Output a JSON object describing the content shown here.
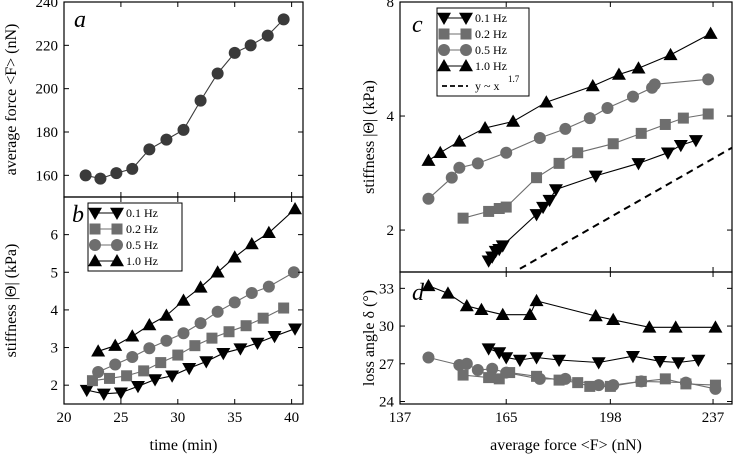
{
  "chart_data": [
    {
      "id": "a",
      "type": "line",
      "panel_label": "a",
      "ylabel": "average force <F>  (nN)",
      "xlabel": "",
      "xlim": [
        20,
        41
      ],
      "ylim": [
        150,
        240
      ],
      "xticks": [
        20,
        25,
        30,
        35,
        40
      ],
      "yticks": [
        160,
        180,
        200,
        220,
        240
      ],
      "ytick_labels": [
        "160",
        "180",
        "200",
        "220",
        "240"
      ],
      "series": [
        {
          "marker": "circle",
          "color": "#3a3a3a",
          "points": [
            [
              21.9,
              160
            ],
            [
              23.2,
              158.5
            ],
            [
              24.6,
              161
            ],
            [
              26.0,
              163
            ],
            [
              27.5,
              172
            ],
            [
              29.0,
              176.5
            ],
            [
              30.5,
              181
            ],
            [
              32.0,
              194.5
            ],
            [
              33.5,
              207
            ],
            [
              35.0,
              216.5
            ],
            [
              36.4,
              220
            ],
            [
              37.9,
              224.5
            ],
            [
              39.3,
              232
            ]
          ]
        }
      ]
    },
    {
      "id": "b",
      "type": "line",
      "panel_label": "b",
      "ylabel": "stiffness |Θ|  (kPa)",
      "xlabel": "time (min)",
      "xlim": [
        20,
        41
      ],
      "ylim": [
        1.5,
        7
      ],
      "xticks": [
        20,
        25,
        30,
        35,
        40
      ],
      "xtick_labels": [
        "20",
        "25",
        "30",
        "35",
        "40"
      ],
      "yticks": [
        2,
        3,
        4,
        5,
        6
      ],
      "ytick_labels": [
        "2",
        "3",
        "4",
        "5",
        "6"
      ],
      "legend": [
        "0.1 Hz",
        "0.2 Hz",
        "0.5 Hz",
        "1.0 Hz"
      ],
      "series": [
        {
          "name": "0.1 Hz",
          "marker": "triangle-down",
          "color": "#000000",
          "points": [
            [
              22.0,
              1.87
            ],
            [
              23.5,
              1.77
            ],
            [
              25.0,
              1.8
            ],
            [
              26.5,
              1.97
            ],
            [
              28.0,
              2.15
            ],
            [
              29.5,
              2.25
            ],
            [
              31.0,
              2.45
            ],
            [
              32.5,
              2.63
            ],
            [
              34.0,
              2.85
            ],
            [
              35.5,
              2.97
            ],
            [
              37.0,
              3.12
            ],
            [
              38.5,
              3.3
            ],
            [
              40.3,
              3.5
            ]
          ]
        },
        {
          "name": "0.2 Hz",
          "marker": "square",
          "color": "#6e6e6e",
          "points": [
            [
              22.5,
              2.12
            ],
            [
              24.0,
              2.18
            ],
            [
              25.5,
              2.25
            ],
            [
              27.0,
              2.38
            ],
            [
              28.5,
              2.6
            ],
            [
              30.0,
              2.8
            ],
            [
              31.5,
              3.05
            ],
            [
              33.0,
              3.25
            ],
            [
              34.5,
              3.42
            ],
            [
              36.0,
              3.58
            ],
            [
              37.5,
              3.78
            ],
            [
              39.3,
              4.05
            ]
          ]
        },
        {
          "name": "0.5 Hz",
          "marker": "circle",
          "color": "#6e6e6e",
          "points": [
            [
              23.0,
              2.35
            ],
            [
              24.5,
              2.55
            ],
            [
              26.0,
              2.75
            ],
            [
              27.5,
              2.98
            ],
            [
              29.0,
              3.18
            ],
            [
              30.5,
              3.38
            ],
            [
              32.0,
              3.65
            ],
            [
              33.5,
              3.95
            ],
            [
              35.0,
              4.2
            ],
            [
              36.5,
              4.45
            ],
            [
              38.0,
              4.62
            ],
            [
              40.2,
              5.0
            ]
          ]
        },
        {
          "name": "1.0 Hz",
          "marker": "triangle-up",
          "color": "#000000",
          "points": [
            [
              23.0,
              2.9
            ],
            [
              24.5,
              3.05
            ],
            [
              26.0,
              3.3
            ],
            [
              27.5,
              3.6
            ],
            [
              29.0,
              3.85
            ],
            [
              30.5,
              4.25
            ],
            [
              32.0,
              4.6
            ],
            [
              33.5,
              5.0
            ],
            [
              35.0,
              5.4
            ],
            [
              36.5,
              5.75
            ],
            [
              38.0,
              6.05
            ],
            [
              40.3,
              6.68
            ]
          ]
        }
      ]
    },
    {
      "id": "c",
      "type": "line",
      "panel_label": "c",
      "ylabel": "stiffness |Θ|  (kPa)",
      "xlabel": "",
      "x_scale": "log",
      "y_scale": "log",
      "xlim": [
        137,
        245
      ],
      "ylim": [
        1.55,
        8
      ],
      "xticks": [
        137,
        165,
        198,
        237
      ],
      "yticks": [
        2,
        4,
        8
      ],
      "ytick_labels": [
        "2",
        "4",
        "8"
      ],
      "legend": [
        "0.1 Hz",
        "0.2 Hz",
        "0.5 Hz",
        "1.0 Hz",
        "y ~ x^1.7"
      ],
      "legend_reference": {
        "text": "y ~ x",
        "exponent": "1.7"
      },
      "reference_line": {
        "name": "y ~ x^1.7",
        "exponent": 1.7,
        "style": "dashed",
        "points": [
          [
            169,
            1.58
          ],
          [
            245,
            3.3
          ]
        ]
      },
      "series": [
        {
          "name": "0.1 Hz",
          "marker": "triangle-down",
          "color": "#000000",
          "points": [
            [
              160,
              1.66
            ],
            [
              161,
              1.7
            ],
            [
              162,
              1.76
            ],
            [
              163,
              1.78
            ],
            [
              164,
              1.82
            ],
            [
              174,
              2.2
            ],
            [
              176,
              2.3
            ],
            [
              178,
              2.4
            ],
            [
              180,
              2.56
            ],
            [
              193,
              2.78
            ],
            [
              208,
              3.0
            ],
            [
              219,
              3.2
            ],
            [
              224,
              3.35
            ],
            [
              230,
              3.45
            ]
          ]
        },
        {
          "name": "0.2 Hz",
          "marker": "square",
          "color": "#6e6e6e",
          "points": [
            [
              153,
              2.15
            ],
            [
              160,
              2.24
            ],
            [
              163,
              2.28
            ],
            [
              165,
              2.3
            ],
            [
              174,
              2.75
            ],
            [
              181,
              3.0
            ],
            [
              187,
              3.2
            ],
            [
              199,
              3.38
            ],
            [
              209,
              3.6
            ],
            [
              218,
              3.8
            ],
            [
              225,
              3.95
            ],
            [
              235,
              4.05
            ]
          ]
        },
        {
          "name": "0.5 Hz",
          "marker": "circle",
          "color": "#6e6e6e",
          "points": [
            [
              144,
              2.42
            ],
            [
              150,
              2.75
            ],
            [
              152,
              2.92
            ],
            [
              157,
              3.0
            ],
            [
              165,
              3.2
            ],
            [
              175,
              3.5
            ],
            [
              183,
              3.7
            ],
            [
              191,
              3.95
            ],
            [
              197,
              4.2
            ],
            [
              206,
              4.5
            ],
            [
              213,
              4.75
            ],
            [
              214,
              4.85
            ],
            [
              235,
              5.0
            ]
          ]
        },
        {
          "name": "1.0 Hz",
          "marker": "triangle-up",
          "color": "#000000",
          "points": [
            [
              144,
              3.05
            ],
            [
              147,
              3.2
            ],
            [
              152,
              3.43
            ],
            [
              159,
              3.72
            ],
            [
              167,
              3.87
            ],
            [
              177,
              4.35
            ],
            [
              192,
              4.8
            ],
            [
              201,
              5.15
            ],
            [
              208,
              5.35
            ],
            [
              220,
              5.8
            ],
            [
              236,
              6.6
            ]
          ]
        }
      ]
    },
    {
      "id": "d",
      "type": "line",
      "panel_label": "d",
      "ylabel": "loss angle δ  (°)",
      "xlabel": "average force <F> (nN)",
      "x_scale": "log",
      "xlim": [
        137,
        245
      ],
      "ylim": [
        23.8,
        34.3
      ],
      "xticks": [
        137,
        165,
        198,
        237
      ],
      "xtick_labels": [
        "137",
        "165",
        "198",
        "237"
      ],
      "yticks": [
        24,
        27,
        30,
        33
      ],
      "ytick_labels": [
        "24",
        "27",
        "30",
        "33"
      ],
      "series": [
        {
          "name": "0.1 Hz",
          "marker": "triangle-down",
          "color": "#000000",
          "points": [
            [
              160,
              28.2
            ],
            [
              163,
              27.9
            ],
            [
              165,
              27.5
            ],
            [
              169,
              27.3
            ],
            [
              174,
              27.5
            ],
            [
              181,
              27.3
            ],
            [
              194,
              27.1
            ],
            [
              206,
              27.6
            ],
            [
              216,
              27.2
            ],
            [
              223,
              27.1
            ],
            [
              231,
              27.3
            ]
          ]
        },
        {
          "name": "0.2 Hz",
          "marker": "square",
          "color": "#6e6e6e",
          "points": [
            [
              153,
              26.1
            ],
            [
              160,
              25.9
            ],
            [
              163,
              25.8
            ],
            [
              166,
              26.3
            ],
            [
              174,
              26.0
            ],
            [
              181,
              25.7
            ],
            [
              187,
              25.5
            ],
            [
              191,
              25.2
            ],
            [
              198,
              25.2
            ],
            [
              209,
              25.6
            ],
            [
              218,
              25.8
            ],
            [
              226,
              25.4
            ],
            [
              238,
              25.3
            ]
          ]
        },
        {
          "name": "0.5 Hz",
          "marker": "circle",
          "color": "#6e6e6e",
          "points": [
            [
              144,
              27.5
            ],
            [
              152,
              26.9
            ],
            [
              154,
              27.0
            ],
            [
              157,
              26.5
            ],
            [
              161,
              26.6
            ],
            [
              165,
              26.3
            ],
            [
              175,
              25.8
            ],
            [
              183,
              25.8
            ],
            [
              194,
              25.3
            ],
            [
              199,
              25.3
            ],
            [
              209,
              25.6
            ],
            [
              226,
              25.5
            ],
            [
              238,
              25.0
            ]
          ]
        },
        {
          "name": "1.0 Hz",
          "marker": "triangle-up",
          "color": "#000000",
          "points": [
            [
              144,
              33.2
            ],
            [
              149,
              32.6
            ],
            [
              154,
              31.6
            ],
            [
              158,
              31.3
            ],
            [
              164,
              30.9
            ],
            [
              172,
              30.9
            ],
            [
              174,
              32.0
            ],
            [
              193,
              30.8
            ],
            [
              199,
              30.5
            ],
            [
              212,
              29.9
            ],
            [
              222,
              29.9
            ],
            [
              238,
              29.9
            ]
          ]
        }
      ]
    }
  ]
}
